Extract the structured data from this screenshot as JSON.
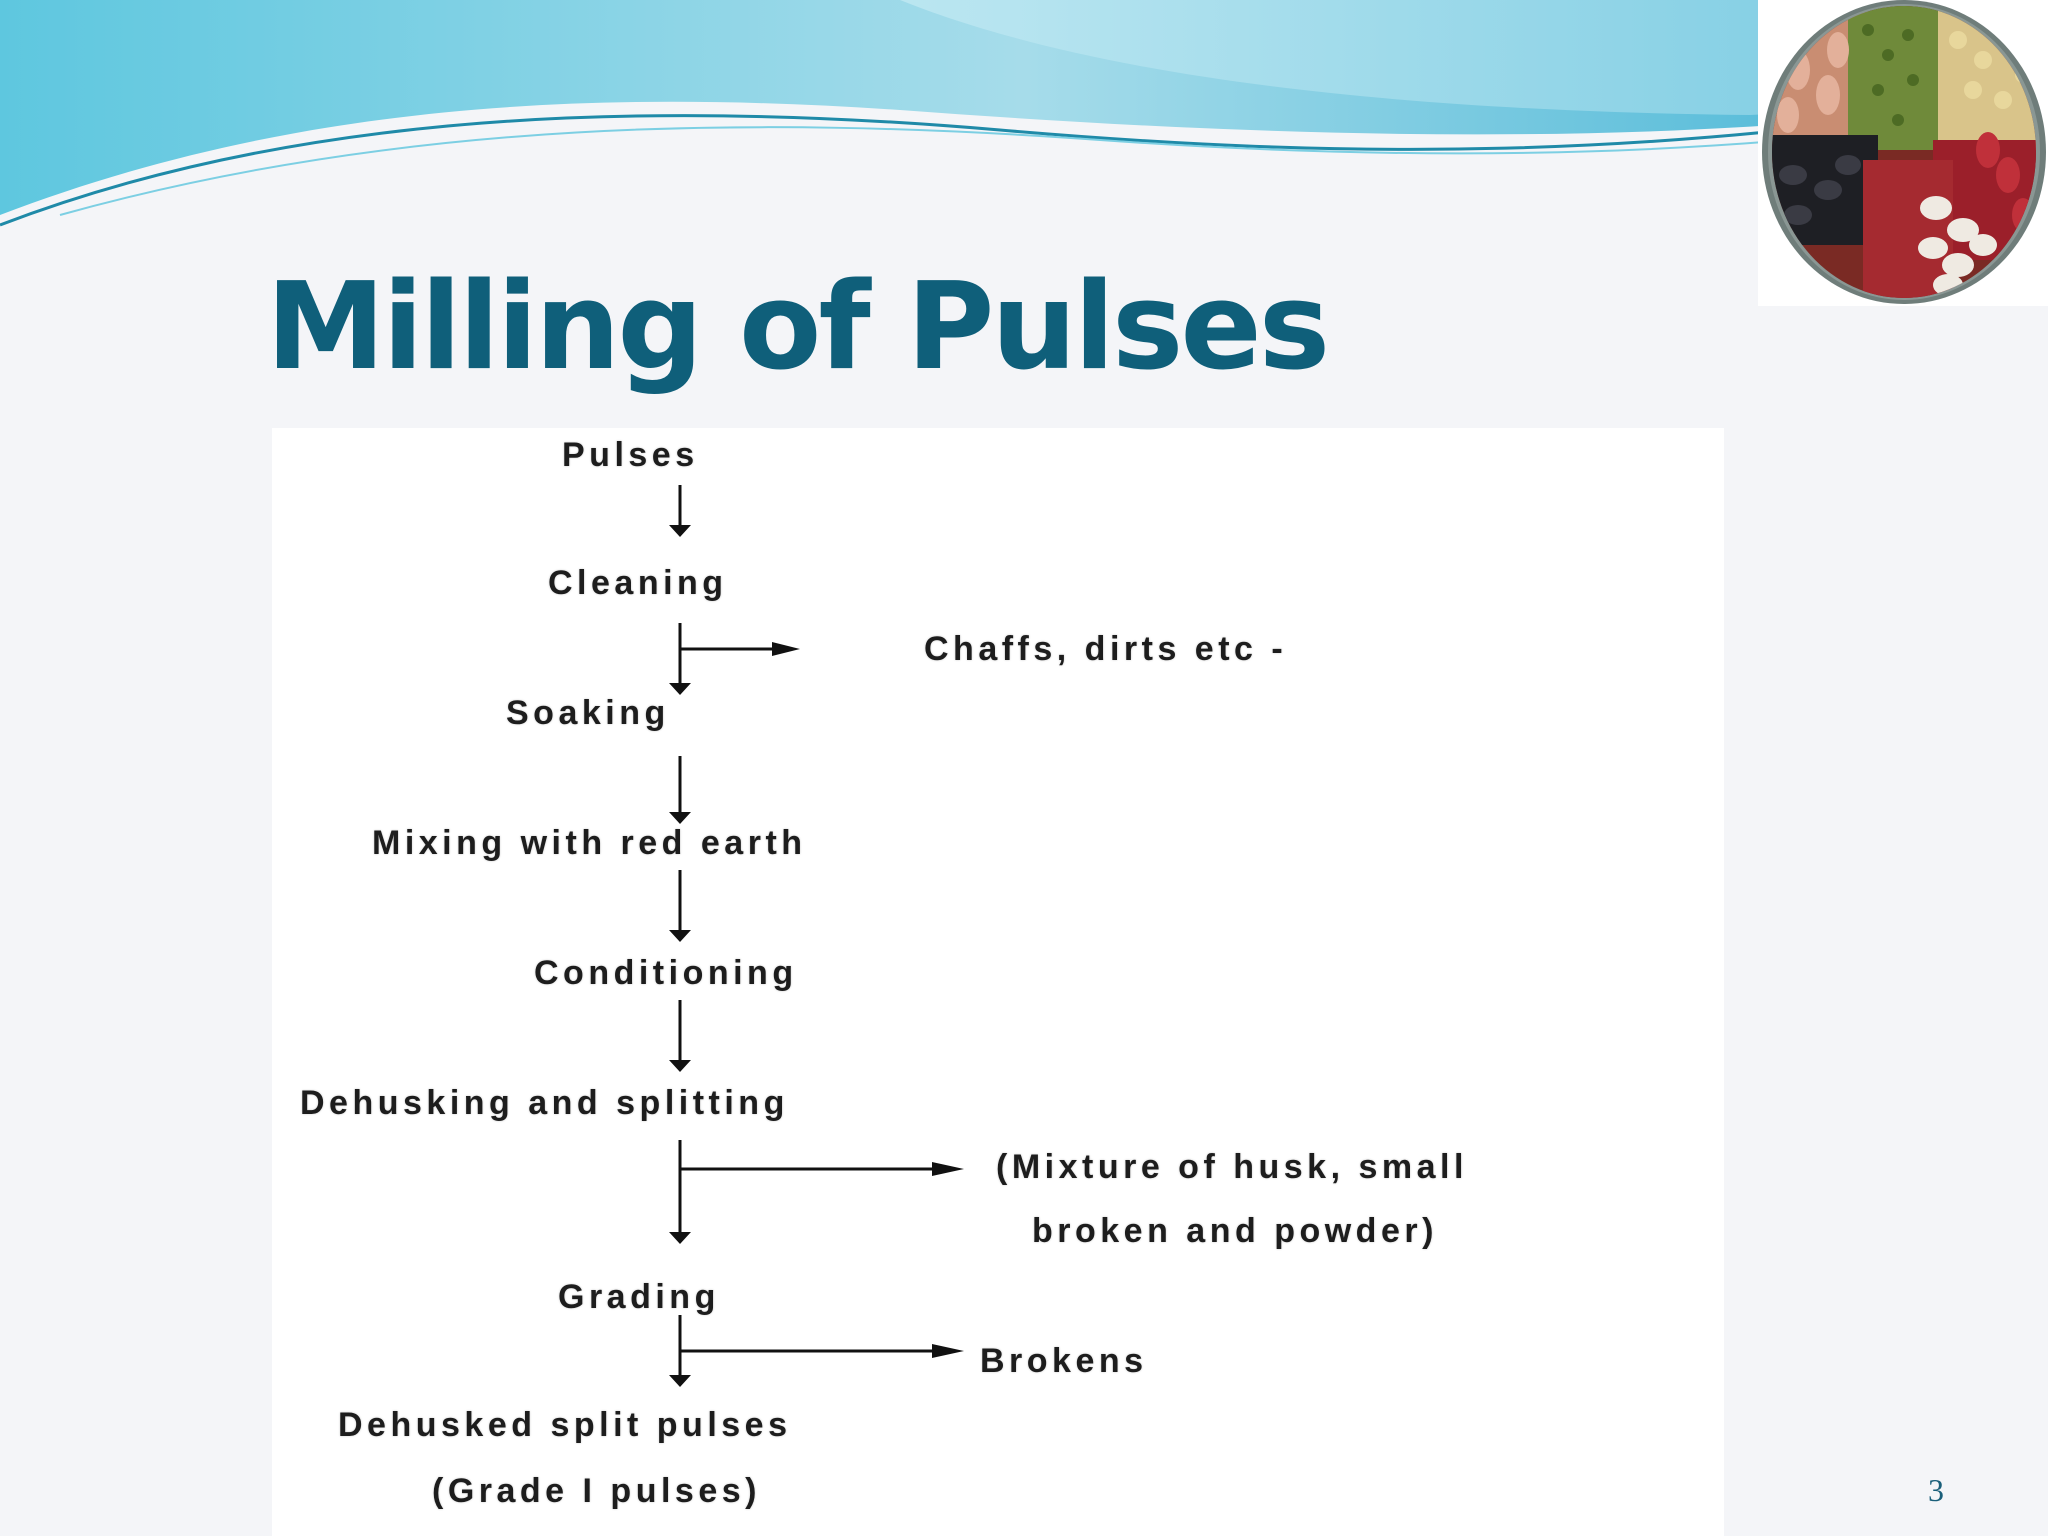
{
  "slide": {
    "title": "Milling of Pulses",
    "page_number": "3",
    "theme_colors": {
      "title": "#0f5f7a",
      "banner_light": "#8fd3e6",
      "banner_dark": "#2a9cbf"
    },
    "image": {
      "icon": "mixed-beans-bowl-image"
    }
  },
  "flowchart": {
    "steps": [
      "Pulses",
      "Cleaning",
      "Soaking",
      "Mixing with red earth",
      "Conditioning",
      "Dehusking and   splitting",
      "Grading",
      "Dehusked split pulses",
      "(Grade  I  pulses)"
    ],
    "byproducts": {
      "cleaning": "Chaffs, dirts etc -",
      "dehusking_line1": "(Mixture  of  husk,  small",
      "dehusking_line2": "broken and powder)",
      "grading": "Brokens"
    }
  }
}
